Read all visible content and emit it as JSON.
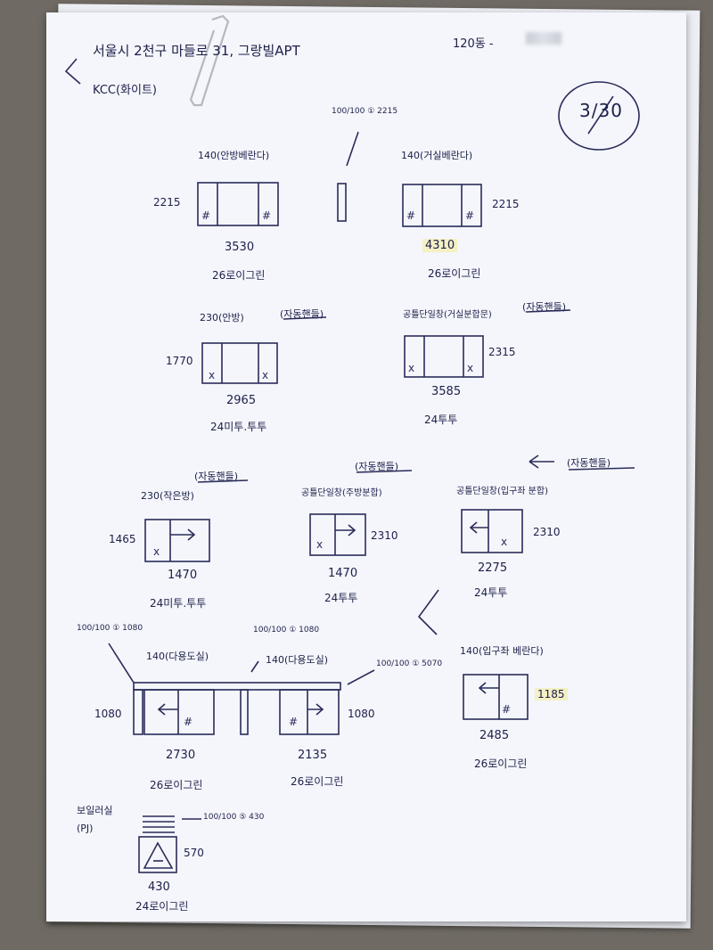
{
  "header": {
    "address_line": "서울시 2천구 마들로 31, 그랑빌APT",
    "unit": "120동 -",
    "brand": "KCC(화이트)",
    "page_counter": "3/30",
    "back_mark": "<"
  },
  "windows": [
    {
      "id": "w1",
      "label": "140(안방베란다)",
      "height": "2215",
      "width": "3530",
      "spec": "26로이그린"
    },
    {
      "id": "w2",
      "label": "140(거실베란다)",
      "height": "2215",
      "width": "4310",
      "spec": "26로이그린"
    },
    {
      "id": "w3",
      "label": "230(안방)",
      "note": "(자동핸들)",
      "height": "1770",
      "width": "2965",
      "spec": "24미투.투투"
    },
    {
      "id": "w4",
      "label": "공틀단일창(거실분합문)",
      "note": "(자동핸들)",
      "height": "2315",
      "width": "3585",
      "spec": "24투투"
    },
    {
      "id": "w5",
      "label": "230(작은방)",
      "note": "(자동핸들)",
      "height": "1465",
      "width": "1470",
      "spec": "24미투.투투"
    },
    {
      "id": "w6",
      "label": "공틀단일창(주방분합)",
      "note": "(자동핸들)",
      "height": "2310",
      "width": "1470",
      "spec": "24투투"
    },
    {
      "id": "w7",
      "label": "공틀단일창(입구좌 분합)",
      "note": "(자동핸들)",
      "height": "2310",
      "width": "2275",
      "spec": "24투투"
    },
    {
      "id": "w8",
      "label": "140(다용도실)",
      "height": "1080",
      "width": "2730",
      "spec": "26로이그린"
    },
    {
      "id": "w9",
      "label": "140(다용도실)",
      "height": "1080",
      "width": "2135",
      "spec": "26로이그린"
    },
    {
      "id": "w10",
      "label": "140(입구좌 베란다)",
      "height": "1185",
      "width": "2485",
      "spec": "26로이그린"
    },
    {
      "id": "w11",
      "label": "보일러실 (PJ)",
      "height": "570",
      "width": "430",
      "spec": "24로이그린"
    }
  ],
  "annotations": {
    "top_fixed": "100/100 ① 2215",
    "left_fixed": "100/100 ① 1080",
    "mid_fixed": "100/100 ① 1080",
    "right_fixed": "100/100 ① 5070",
    "boiler_louver": "100/100 ⑤ 430",
    "arrow_note": "⇐"
  }
}
